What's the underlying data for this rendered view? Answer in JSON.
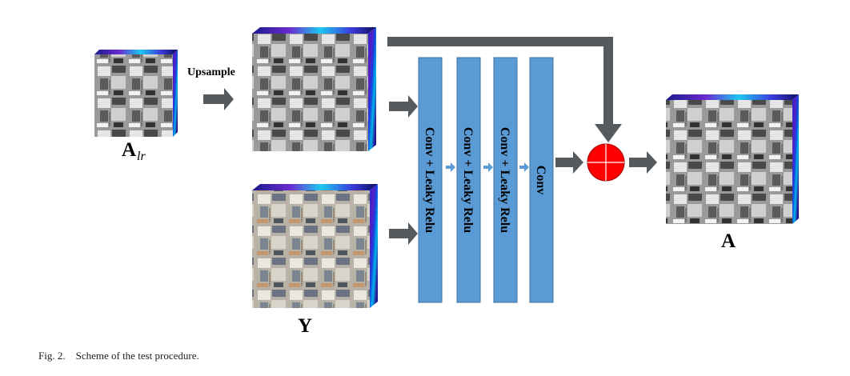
{
  "labels": {
    "low_res_symbol": "A",
    "low_res_subscript": "lr",
    "upsample": "Upsample",
    "guide_symbol": "Y",
    "output_symbol": "A"
  },
  "layers": [
    {
      "text": "Conv + Leaky Relu"
    },
    {
      "text": "Conv + Leaky Relu"
    },
    {
      "text": "Conv + Leaky Relu"
    },
    {
      "text": "Conv"
    }
  ],
  "caption": "Fig. 2.    Scheme of the test procedure.",
  "colors": {
    "layer_fill": "#5b9bd5",
    "layer_stroke": "#41719c",
    "arrow": "#555a5e",
    "small_arrow": "#5b9bd5",
    "sum_fill": "#ff0000",
    "sum_cross": "#ffffff"
  }
}
